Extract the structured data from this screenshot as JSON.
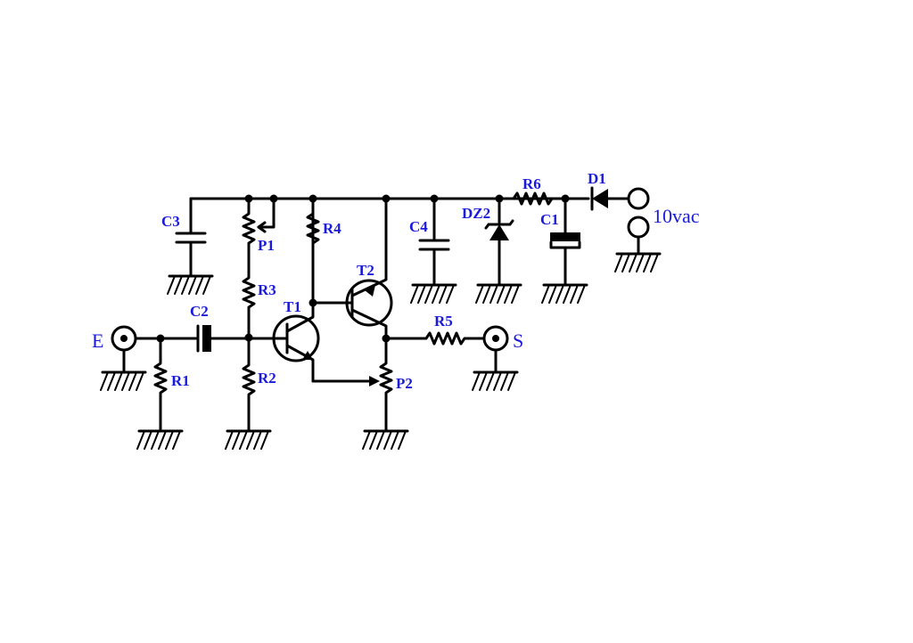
{
  "colors": {
    "wire": "#000000",
    "label": "#1a1adb",
    "background": "#ffffff"
  },
  "labels": {
    "C3": "C3",
    "P1": "P1",
    "R3": "R3",
    "R4": "R4",
    "T1": "T1",
    "T2": "T2",
    "C2": "C2",
    "E": "E",
    "R1": "R1",
    "R2": "R2",
    "P2": "P2",
    "R5": "R5",
    "S": "S",
    "C4": "C4",
    "DZ2": "DZ2",
    "R6": "R6",
    "C1": "C1",
    "D1": "D1",
    "supply": "10vac"
  }
}
